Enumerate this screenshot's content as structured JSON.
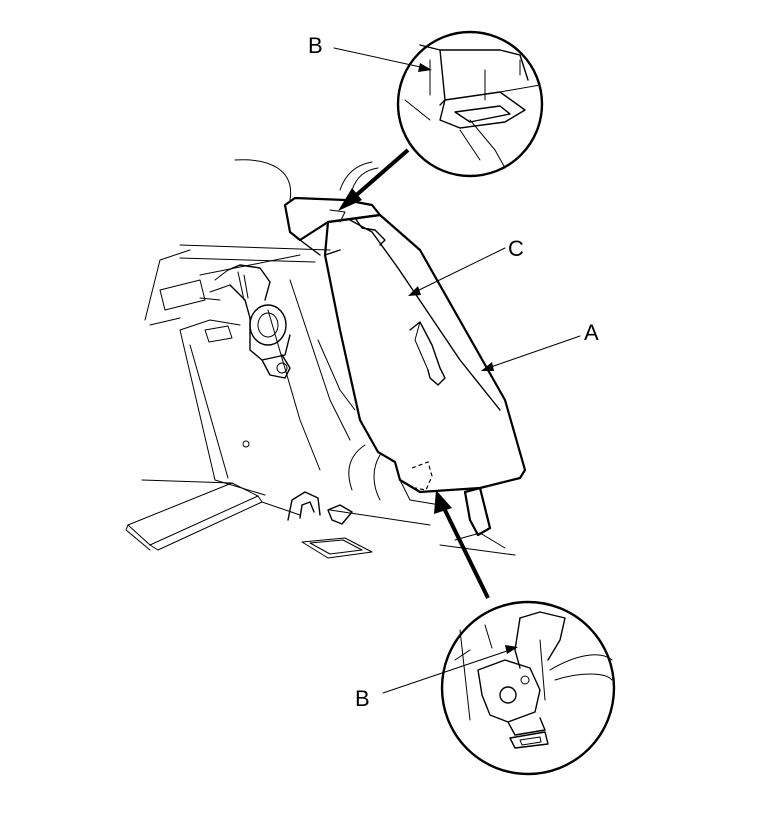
{
  "labels": {
    "a": "A",
    "b_top": "B",
    "b_bottom": "B",
    "c": "C"
  }
}
